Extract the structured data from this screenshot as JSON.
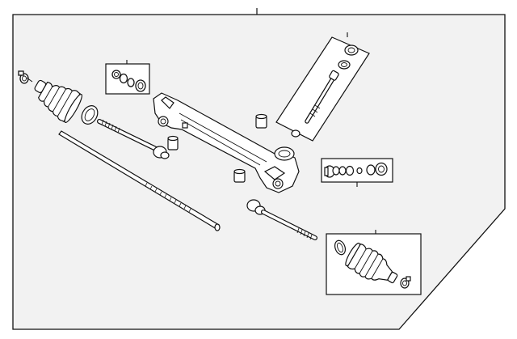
{
  "diagram": {
    "background_color": "#f2f2f2",
    "line_color": "#111111",
    "parts": [
      {
        "name": "steering-rack-housing",
        "icon": "rack-housing-icon"
      },
      {
        "name": "rack-shaft",
        "icon": "rack-bar-icon"
      },
      {
        "name": "inner-tie-rod-left",
        "icon": "tie-rod-icon"
      },
      {
        "name": "inner-tie-rod-right",
        "icon": "tie-rod-icon"
      },
      {
        "name": "boot-left",
        "icon": "bellows-boot-icon"
      },
      {
        "name": "boot-right",
        "icon": "bellows-boot-icon"
      },
      {
        "name": "pinion-shaft",
        "icon": "pinion-icon"
      },
      {
        "name": "seal-kit-upper",
        "icon": "seal-rings-icon"
      },
      {
        "name": "seal-kit-right",
        "icon": "seal-rings-icon"
      },
      {
        "name": "bushing",
        "icon": "bushing-icon"
      },
      {
        "name": "clamp",
        "icon": "clamp-icon"
      }
    ]
  }
}
